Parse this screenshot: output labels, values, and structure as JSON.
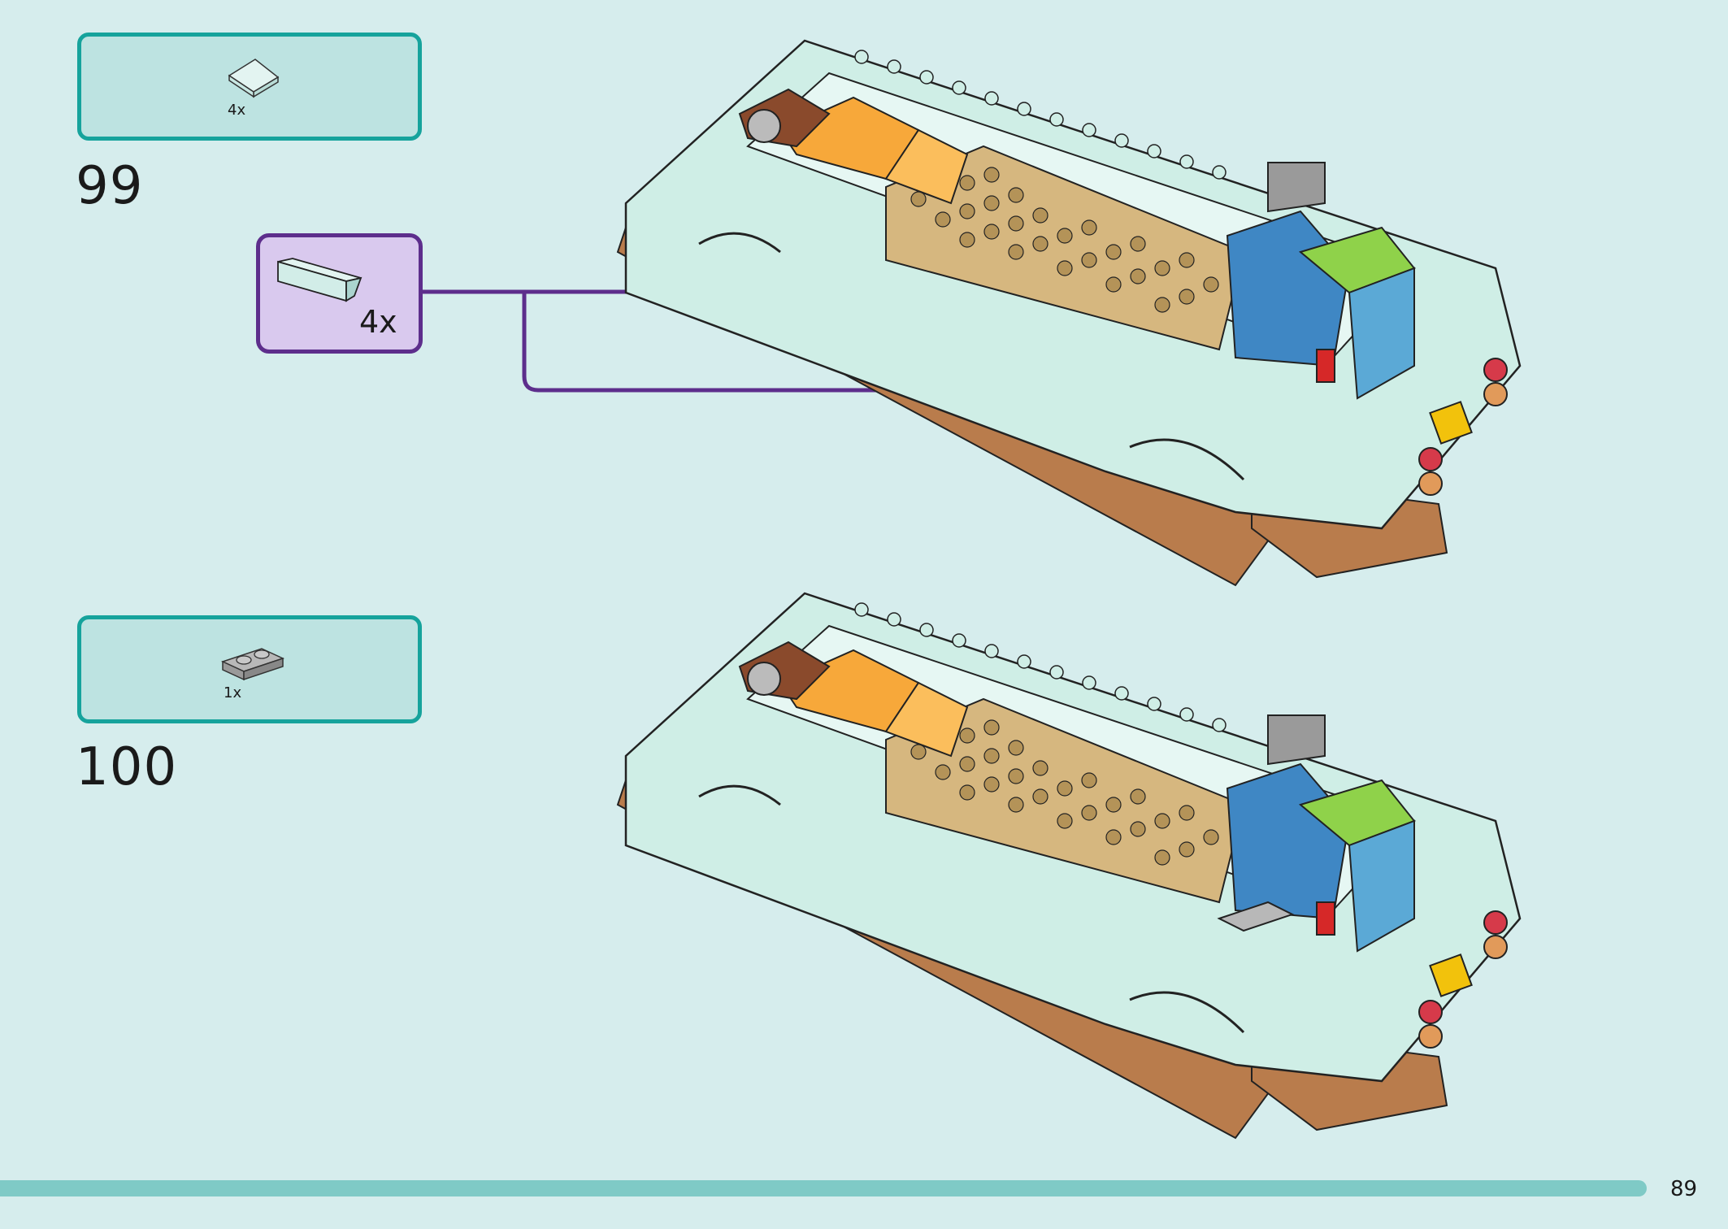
{
  "step99": {
    "number": "99",
    "parts": {
      "qty": "4x",
      "icon": "slope-tile-icon"
    },
    "callout": {
      "qty": "4x",
      "icon": "slope-brick-icon",
      "color": "#5d2e8c"
    }
  },
  "step100": {
    "number": "100",
    "parts": {
      "qty": "1x",
      "icon": "plate-1x2-icon"
    }
  },
  "colors": {
    "background": "#d6eded",
    "parts_box": "#bde3e1",
    "parts_border": "#16a39c",
    "callout_fill": "#d9c9ee",
    "callout_border": "#5d2e8c",
    "vehicle_body": "#cfeee6",
    "vehicle_base": "#b97c4c",
    "tan_plate": "#d6b77f",
    "orange_seats": "#f7a83a",
    "blue_part": "#3f87c4",
    "green_part": "#8fd24a"
  },
  "footer": {
    "page_number": "89"
  }
}
